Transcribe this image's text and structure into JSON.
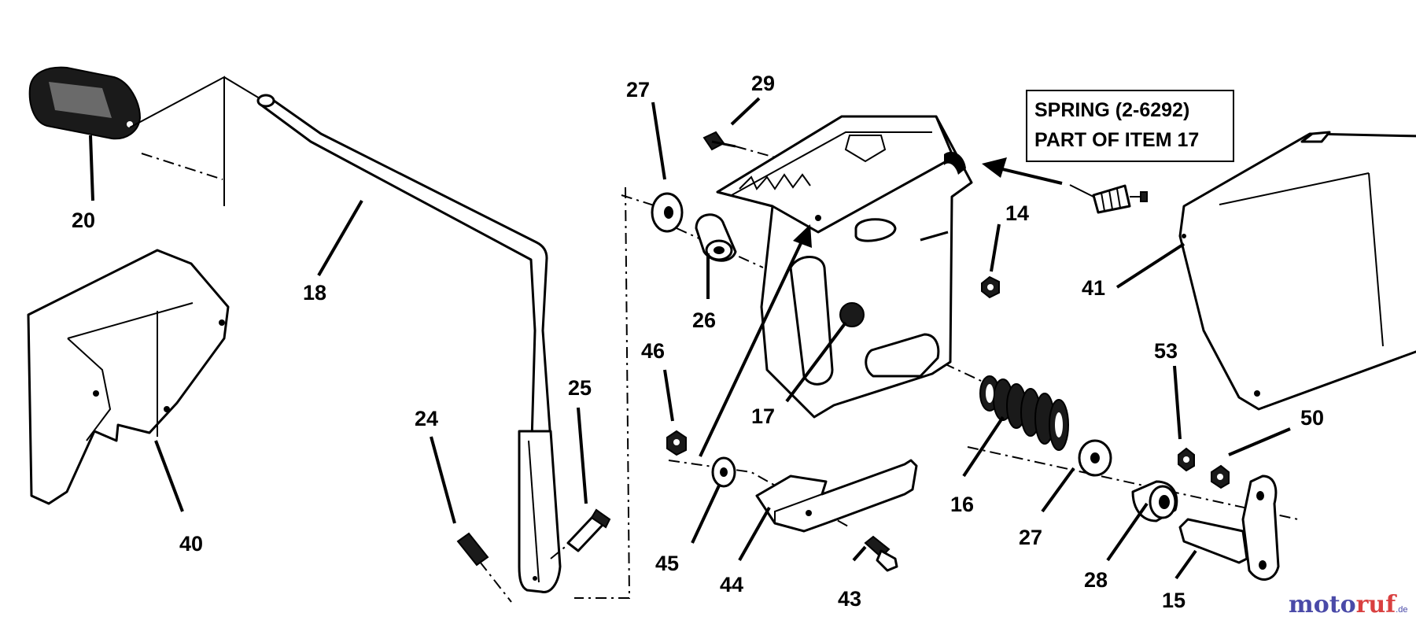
{
  "callout": {
    "line1": "SPRING (2-6292)",
    "line2": "PART OF ITEM 17"
  },
  "labels": {
    "l14": "14",
    "l15": "15",
    "l16": "16",
    "l17": "17",
    "l18": "18",
    "l20": "20",
    "l24": "24",
    "l25": "25",
    "l26": "26",
    "l27a": "27",
    "l27b": "27",
    "l28": "28",
    "l29": "29",
    "l40": "40",
    "l41": "41",
    "l43": "43",
    "l44": "44",
    "l45": "45",
    "l46": "46",
    "l50": "50",
    "l53": "53"
  },
  "watermark": {
    "part1": "moto",
    "part2": "ruf",
    "suffix": ".de"
  }
}
